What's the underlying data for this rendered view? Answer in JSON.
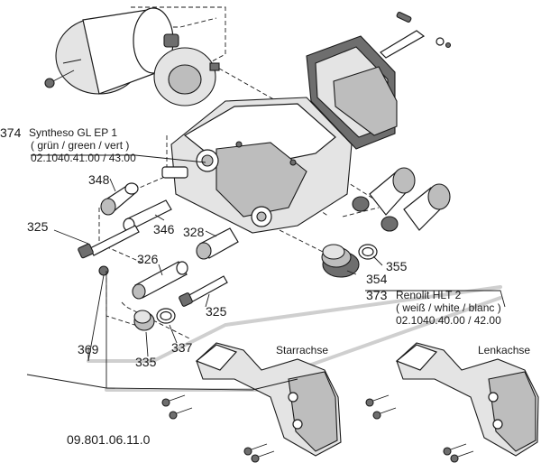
{
  "callouts": {
    "p374": {
      "number": "374",
      "line1": "Syntheso GL EP 1",
      "line2": "( grün / green / vert )",
      "line3": "02.1040.41.00 / 43.00"
    },
    "p348": "348",
    "p325_left": "325",
    "p346": "346",
    "p328": "328",
    "p326": "326",
    "p325_right": "325",
    "p369": "369",
    "p335": "335",
    "p337": "337",
    "p354": "354",
    "p355": "355",
    "p373": {
      "number": "373",
      "line1": "Renolit HLT 2",
      "line2": "( weiß / white / blanc )",
      "line3": "02.1040.40.00 / 42.00"
    },
    "part_number_bottom": "09.801.06.11.0"
  },
  "carriers": {
    "fixed_axle": "Starrachse",
    "steering_axle": "Lenkachse"
  },
  "icons": [
    "brake-chamber",
    "caliper-housing",
    "brake-pads",
    "guide-pin",
    "bolt",
    "rubber-boot",
    "seal-ring",
    "bushing",
    "grease-cap",
    "carrier-bracket"
  ],
  "colors": {
    "line": "#1a1a1a",
    "shade": "#bdbdbd",
    "dark": "#6e6e6e",
    "leader_grey": "#cfcfcf"
  }
}
